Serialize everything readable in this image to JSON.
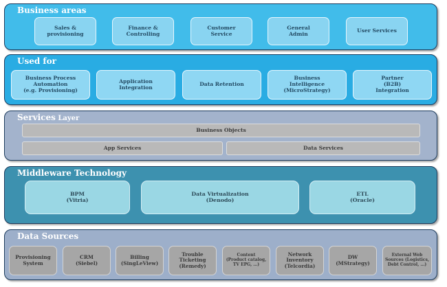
{
  "layers": {
    "business_areas": {
      "title": "Business areas",
      "items": [
        "Sales &\nprovisioning",
        "Finance &\nControlling",
        "Customer\nService",
        "General\nAdmin",
        "User Services"
      ]
    },
    "used_for": {
      "title": "Used for",
      "items": [
        "Business Process\nAutomation\n(e.g. Provisioning)",
        "Application\nIntegration",
        "Data Retention",
        "Business\nIntelligence\n(MicroStrategy)",
        "Partner\n(B2B)\nIntegration"
      ]
    },
    "services": {
      "title_main": "Services",
      "title_suffix": " Layer",
      "items": [
        "Business Objects",
        "App Services",
        "Data Services"
      ]
    },
    "middleware": {
      "title": "Middleware Technology",
      "items": [
        "BPM\n(Vitria)",
        "Data Virtualization\n(Denodo)",
        "ETL\n(Oracle)"
      ]
    },
    "data_sources": {
      "title": "Data Sources",
      "items": [
        "Provisioning\nSystem",
        "CRM\n(Siebel)",
        "Billing\n(SingLeView)",
        "Trouble\nTicketing\n(Remedy)",
        "Content\n(Product catalog,\nTV EPG, …)",
        "Network\nInventory\n(Telcordia)",
        "DW\n(MStrategy)",
        "External Web\nSources (Logistics,\nDebt Control, …)"
      ]
    }
  },
  "colors": {
    "business_areas_bg": "#41bcea",
    "used_for_bg": "#29ace3",
    "services_bg": "#a3b3cc",
    "middleware_bg": "#3d91af",
    "data_sources_bg": "#9dafca"
  }
}
